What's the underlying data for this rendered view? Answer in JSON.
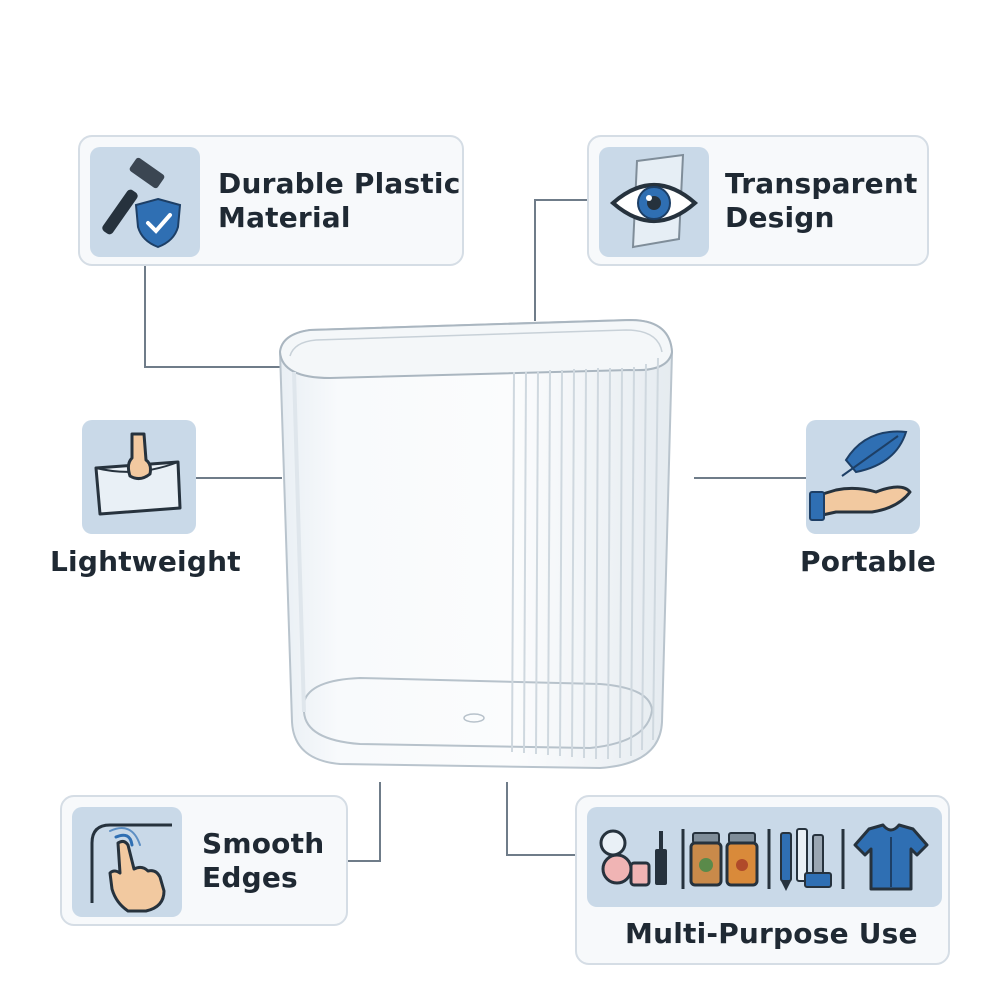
{
  "features": {
    "durable": {
      "line1": "Durable Plastic",
      "line2": "Material",
      "icon": "hammer-shield-icon"
    },
    "transparent": {
      "line1": "Transparent",
      "line2": "Design",
      "icon": "eye-glass-icon"
    },
    "lightweight": {
      "label": "Lightweight",
      "icon": "hand-lifting-box-icon"
    },
    "portable": {
      "label": "Portable",
      "icon": "feather-hand-icon"
    },
    "smooth": {
      "line1": "Smooth",
      "line2": "Edges",
      "icon": "finger-touch-icon"
    },
    "multipurpose": {
      "label": "Multi-Purpose Use",
      "icons": [
        "cosmetics-icon",
        "spice-jars-icon",
        "pens-icon",
        "shirt-icon"
      ]
    }
  },
  "product": {
    "name": "clear-oval-container-image"
  },
  "colors": {
    "accent": "#2f6fb3",
    "tile": "#c9d9e8",
    "dark": "#26323d"
  }
}
